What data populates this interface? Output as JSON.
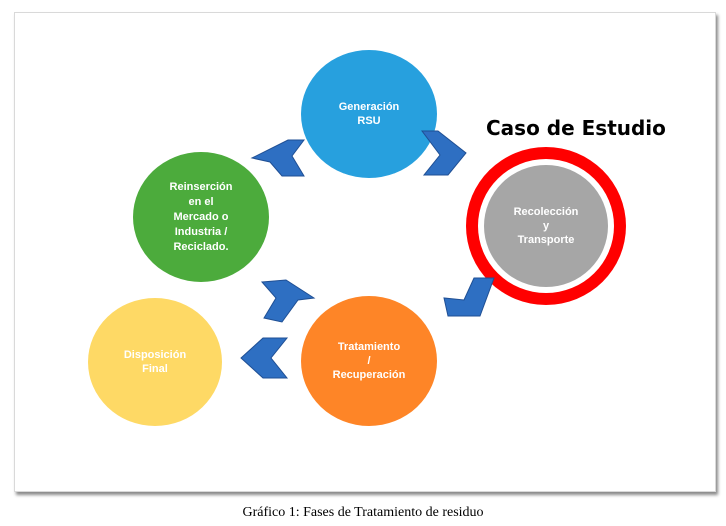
{
  "diagram": {
    "case_title": "Caso de Estudio",
    "nodes": {
      "generacion": {
        "label": "Generación\nRSU",
        "color": "#27a0de"
      },
      "recoleccion": {
        "label": "Recolección\ny\nTransporte",
        "color": "#a6a6a6",
        "ring_color": "#ff0000"
      },
      "tratamiento": {
        "label": "Tratamiento\n/\nRecuperación",
        "color": "#fe8527"
      },
      "disposicion": {
        "label": "Disposición\nFinal",
        "color": "#fed965"
      },
      "reinsercion": {
        "label": "Reinserción\nen el\nMercado o\nIndustria /\nReciclado.",
        "color": "#4cab3c"
      }
    },
    "arrow_color": "#2e6fc2"
  },
  "caption": "Gráfico 1: Fases de Tratamiento de residuo"
}
